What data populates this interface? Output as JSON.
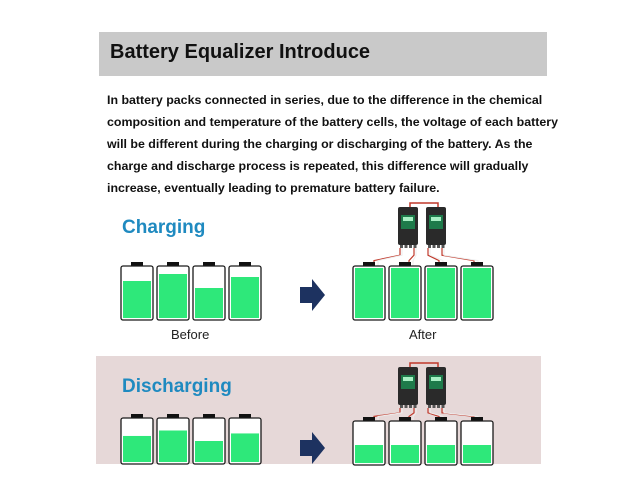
{
  "header": {
    "title": "Battery Equalizer Introduce"
  },
  "intro": {
    "lines": [
      "In battery packs connected in series, due to the difference in the chemical",
      "composition and temperature of the battery cells, the voltage of each battery",
      "will be different during the charging or discharging of the battery. As the",
      "charge and discharge process is repeated, this difference will gradually",
      "increase, eventually leading to premature battery failure."
    ]
  },
  "charging": {
    "title": "Charging",
    "before_label": "Before",
    "after_label": "After",
    "before_levels": [
      0.74,
      0.88,
      0.6,
      0.82
    ],
    "after_levels": [
      1,
      1,
      1,
      1
    ]
  },
  "discharging": {
    "title": "Discharging",
    "before_levels": [
      0.62,
      0.75,
      0.5,
      0.68
    ],
    "after_levels": [
      0.45,
      0.45,
      0.45,
      0.45
    ]
  },
  "colors": {
    "battery_fill": "#2ee87a",
    "battery_outline": "#1a1a1a",
    "arrow": "#1d3260",
    "wire": "#c0392b",
    "module_body": "#2a2a2a",
    "module_screen": "#1e7a4a",
    "title_blue": "#1f8ac0",
    "header_bg": "#c9c9c9",
    "discharge_bg": "#e6d8d8"
  }
}
